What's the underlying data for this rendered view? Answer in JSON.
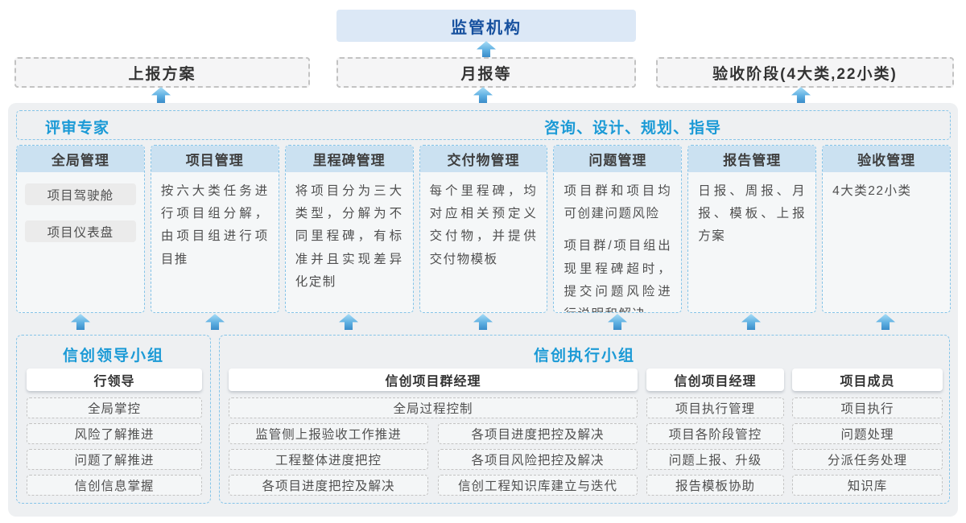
{
  "colors": {
    "accent_blue": "#1b9ad6",
    "navy_text": "#17519f",
    "regulator_bg": "#dce8f6",
    "panel_bg": "#eef0f2",
    "column_header_bg": "#cbe1f1",
    "dashed_blue_border": "#85c4e8",
    "arrow_blue": "#3a8cc9"
  },
  "top": {
    "regulator": "监管机构",
    "outputs": [
      "上报方案",
      "月报等",
      "验收阶段(4大类,22小类)"
    ]
  },
  "review": {
    "left_title": "评审专家",
    "right_title": "咨询、设计、规划、指导"
  },
  "columns": [
    {
      "title": "全局管理",
      "pills": [
        "项目驾驶舱",
        "项目仪表盘"
      ]
    },
    {
      "title": "项目管理",
      "paragraphs": [
        "按六大类任务进行项目组分解，由项目组进行项目推"
      ]
    },
    {
      "title": "里程碑管理",
      "paragraphs": [
        "将项目分为三大类型，分解为不同里程碑，有标准并且实现差异化定制"
      ]
    },
    {
      "title": "交付物管理",
      "paragraphs": [
        "每个里程碑，均对应相关预定义交付物，并提供交付物模板"
      ]
    },
    {
      "title": "问题管理",
      "paragraphs": [
        "项目群和项目均可创建问题风险",
        "项目群/项目组出现里程碑超时，提交问题风险进行说明和解决"
      ]
    },
    {
      "title": "报告管理",
      "paragraphs": [
        "日报、周报、月报、模板、上报方案"
      ]
    },
    {
      "title": "验收管理",
      "paragraphs": [
        "4大类22小类"
      ]
    }
  ],
  "lead_group": {
    "title": "信创领导小组",
    "role": "行领导",
    "items": [
      "全局掌控",
      "风险了解推进",
      "问题了解推进",
      "信创信息掌握"
    ]
  },
  "exec_group": {
    "title": "信创执行小组",
    "program_manager": {
      "role": "信创项目群经理",
      "full_item": "全局过程控制",
      "left_items": [
        "监管侧上报验收工作推进",
        "工程整体进度把控",
        "各项目进度把控及解决"
      ],
      "right_items": [
        "各项目进度把控及解决",
        "各项目风险把控及解决",
        "信创工程知识库建立与迭代"
      ]
    },
    "project_manager": {
      "role": "信创项目经理",
      "items": [
        "项目执行管理",
        "项目各阶段管控",
        "问题上报、升级",
        "报告模板协助"
      ]
    },
    "member": {
      "role": "项目成员",
      "items": [
        "项目执行",
        "问题处理",
        "分派任务处理",
        "知识库"
      ]
    }
  }
}
